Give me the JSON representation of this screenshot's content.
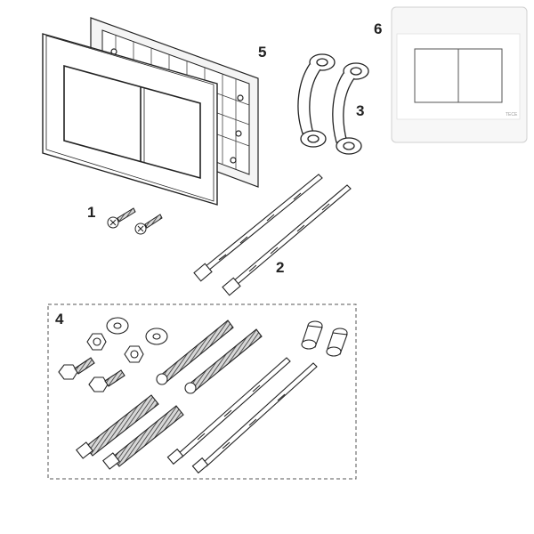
{
  "part_numbers": {
    "screws": "1",
    "rods": "2",
    "brackets": "3",
    "mounting_kit": "4",
    "frame": "5",
    "plate_photo": "6"
  },
  "logo_text": "TECE",
  "colors": {
    "line": "#222222",
    "plate_photo_bg": "#f7f7f7",
    "plate_photo_border": "#d0d0d0"
  }
}
